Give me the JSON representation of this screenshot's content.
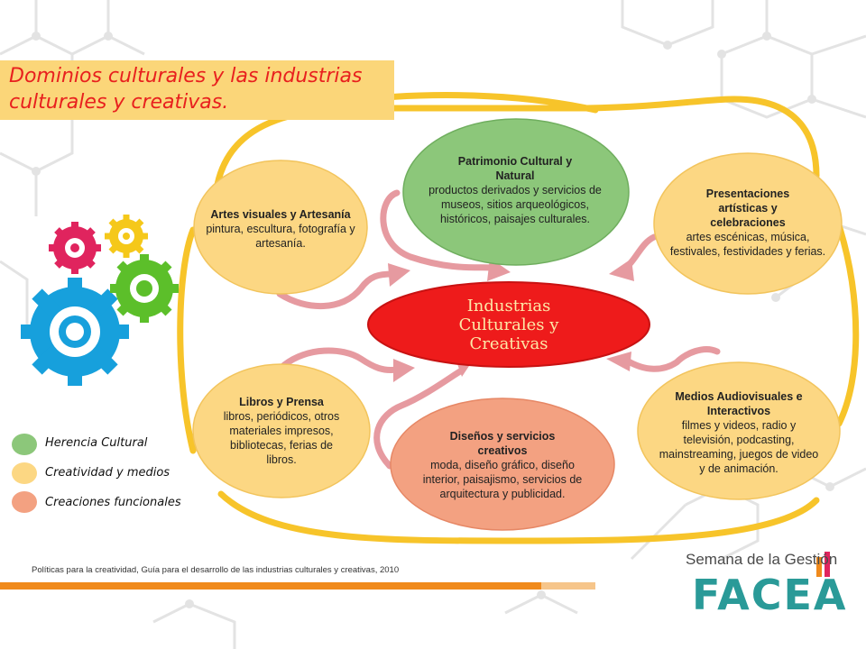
{
  "title": {
    "line1": "Dominios culturales y las industrias",
    "line2": "culturales y creativas."
  },
  "center": {
    "line1": "Industrias",
    "line2": "Culturales y",
    "line3": "Creativas"
  },
  "nodes": {
    "artes": {
      "heading": "Artes visuales y Artesanía",
      "body": "pintura, escultura, fotografía y artesanía."
    },
    "patrimonio": {
      "heading": "Patrimonio Cultural y Natural",
      "body": "productos derivados y servicios de museos, sitios arqueológicos, históricos, paisajes culturales."
    },
    "presentaciones": {
      "heading": "Presentaciones artísticas y celebraciones",
      "body": "artes escénicas, música, festivales, festividades y ferias."
    },
    "libros": {
      "heading": "Libros y Prensa",
      "body": "libros, periódicos, otros materiales impresos, bibliotecas, ferias de libros."
    },
    "disenos": {
      "heading": "Diseños y servicios creativos",
      "body": "moda, diseño gráfico, diseño interior, paisajismo, servicios de arquitectura y publicidad."
    },
    "medios": {
      "heading": "Medios Audiovisuales e Interactivos",
      "body": "filmes y videos, radio y televisión, podcasting, mainstreaming, juegos de video y de animación."
    }
  },
  "legend": [
    {
      "label": "Herencia Cultural",
      "color": "#8cc77a"
    },
    {
      "label": "Creatividad y medios",
      "color": "#fcd783"
    },
    {
      "label": "Creaciones funcionales",
      "color": "#f3a181"
    }
  ],
  "colors": {
    "herencia": "#8cc77a",
    "creatividad": "#fcd783",
    "funcionales": "#f3a181",
    "center": "#ee1b1b",
    "ring": "#f7c42a",
    "arrow": "#e69aa0"
  },
  "footer": {
    "source": "Políticas para la creatividad, Guía para el desarrollo de las industrias culturales y creativas, 2010",
    "brand_top": "Semana de la Gestión",
    "brand_main": "FACEA"
  }
}
